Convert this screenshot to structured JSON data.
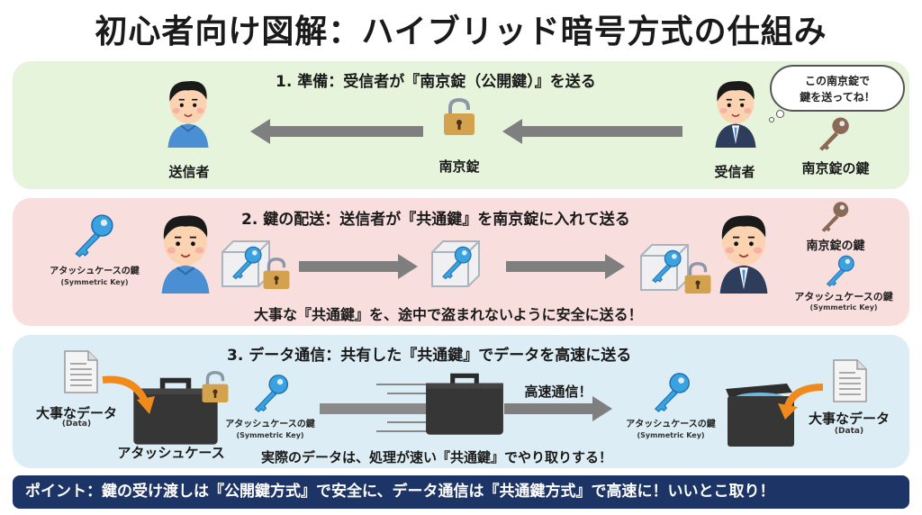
{
  "title": "初心者向け図解：ハイブリッド暗号方式の仕組み",
  "colors": {
    "panel1_bg": "#e6f4dc",
    "panel2_bg": "#f9dede",
    "panel3_bg": "#dcedf5",
    "banner_bg": "#1d3466",
    "arrow": "#7f7f7f",
    "padlock": "#d4a24c",
    "blue_key": "#3aa2e0",
    "brown_key": "#8a6a56"
  },
  "step1": {
    "heading": "1. 準備：受信者が『南京錠（公開鍵）』を送る",
    "sender_label": "送信者",
    "padlock_label": "南京錠",
    "receiver_label": "受信者",
    "private_key_label": "南京錠の鍵",
    "speech_line1": "この南京錠で",
    "speech_line2": "鍵を送ってね！"
  },
  "step2": {
    "heading": "2. 鍵の配送：送信者が『共通鍵』を南京錠に入れて送る",
    "sym_key_label": "アタッシュケースの鍵",
    "sym_key_sub": "(Symmetric Key)",
    "private_key_label": "南京錠の鍵",
    "sym_key_label_right": "アタッシュケースの鍵",
    "sym_key_sub_right": "(Symmetric Key)",
    "caption": "大事な『共通鍵』を、途中で盗まれないように安全に送る！"
  },
  "step3": {
    "heading": "3. データ通信：共有した『共通鍵』でデータを高速に送る",
    "data_label": "大事なデータ",
    "data_sub": "(Data)",
    "case_label": "アタッシュケース",
    "sym_key_label": "アタッシュケースの鍵",
    "sym_key_sub": "(Symmetric Key)",
    "fast_label": "高速通信！",
    "sym_key_label_right": "アタッシュケースの鍵",
    "sym_key_sub_right": "(Symmetric Key)",
    "data_label_right": "大事なデータ",
    "data_sub_right": "(Data)",
    "caption": "実際のデータは、処理が速い『共通鍵』でやり取りする！"
  },
  "banner": "ポイント：鍵の受け渡しは『公開鍵方式』で安全に、データ通信は『共通鍵方式』で高速に！いいとこ取り！"
}
